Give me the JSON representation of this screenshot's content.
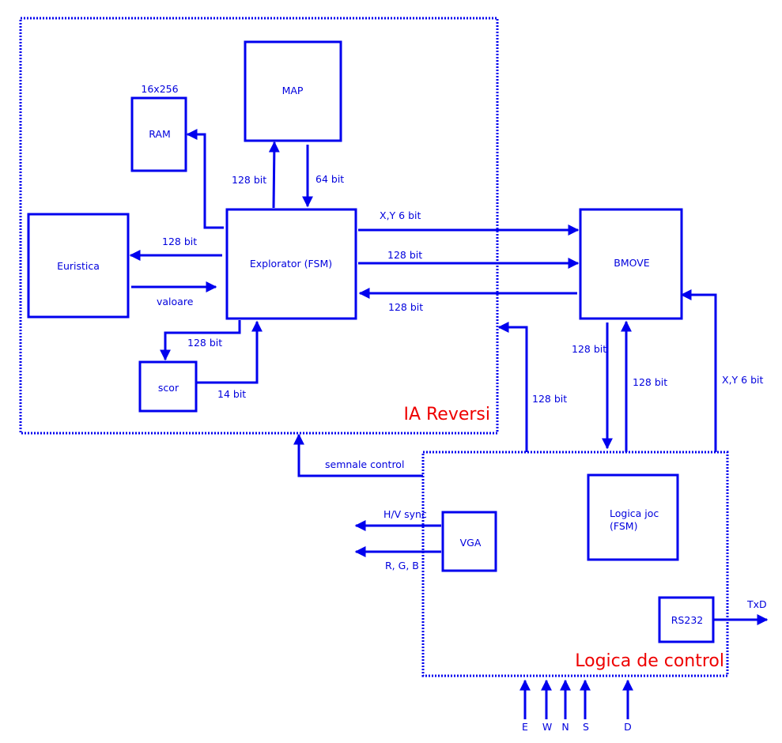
{
  "groups": {
    "ia_reversi": "IA Reversi",
    "logica_control": "Logica de control"
  },
  "blocks": {
    "map": "MAP",
    "ram": "RAM",
    "ram_size": "16x256",
    "euristica": "Euristica",
    "explorator": "Explorator (FSM)",
    "scor": "scor",
    "bmove": "BMOVE",
    "logica_joc_line1": "Logica joc",
    "logica_joc_line2": "(FSM)",
    "vga": "VGA",
    "rs232": "RS232"
  },
  "signals": {
    "expl_to_map": "128 bit",
    "map_to_expl": "64 bit",
    "expl_to_euristica": "128 bit",
    "euristica_to_expl": "valoare",
    "expl_to_scor": "128 bit",
    "scor_to_expl": "14 bit",
    "expl_to_bmove_xy": "X,Y 6 bit",
    "expl_to_bmove": "128 bit",
    "bmove_to_expl": "128 bit",
    "bmove_to_control": "128 bit",
    "control_to_bmove": "128 bit",
    "control_to_ia": "128 bit",
    "control_to_bmove_xy": "X,Y 6 bit",
    "semnale_control": "semnale control",
    "hv_sync": "H/V sync",
    "rgb": "R, G, B",
    "txd": "TxD"
  },
  "inputs": [
    "E",
    "W",
    "N",
    "S",
    "D"
  ],
  "colors": {
    "diagram_blue": "#0000ee",
    "label_blue": "#0000dd",
    "group_title_red": "#ee0000"
  }
}
